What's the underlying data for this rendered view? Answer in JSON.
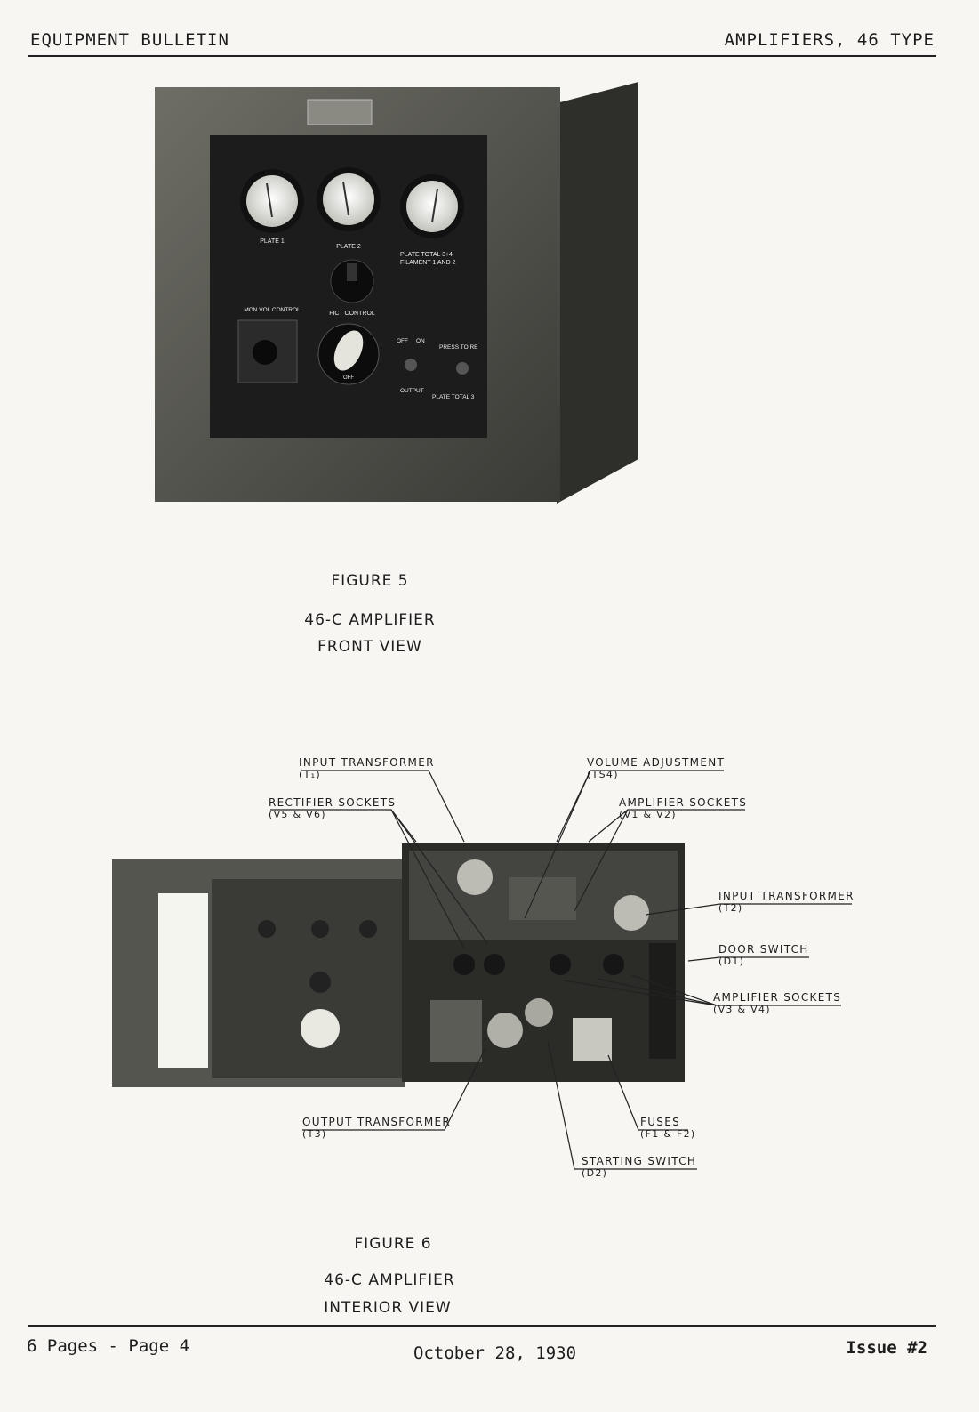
{
  "header": {
    "left": "EQUIPMENT BULLETIN",
    "right": "AMPLIFIERS, 46 TYPE"
  },
  "figure5": {
    "panel_labels": {
      "plate1": "PLATE 1",
      "plate2": "PLATE 2",
      "plate_total": "PLATE TOTAL 3+4",
      "filament": "FILAMENT 1 AND 2",
      "mon_vol": "MON VOL CONTROL",
      "fict": "FICT CONTROL",
      "off": "OFF",
      "on": "ON",
      "press": "PRESS TO RE",
      "knob_off": "OFF",
      "output": "OUTPUT",
      "plate_total_3": "PLATE TOTAL 3"
    },
    "caption": {
      "figure": "FIGURE 5",
      "model": "46-C AMPLIFIER",
      "view": "FRONT VIEW"
    }
  },
  "figure6": {
    "labels": {
      "input_t1": {
        "name": "INPUT TRANSFORMER",
        "code": "(T₁)"
      },
      "rectifier": {
        "name": "RECTIFIER SOCKETS",
        "code": "(V5 & V6)"
      },
      "volume": {
        "name": "VOLUME ADJUSTMENT",
        "code": "(TS4)"
      },
      "amp_v1v2": {
        "name": "AMPLIFIER SOCKETS",
        "code": "(V1 & V2)"
      },
      "input_t2": {
        "name": "INPUT TRANSFORMER",
        "code": "(T2)"
      },
      "door": {
        "name": "DOOR SWITCH",
        "code": "(D1)"
      },
      "amp_v3v4": {
        "name": "AMPLIFIER SOCKETS",
        "code": "(V3 & V4)"
      },
      "output_t3": {
        "name": "OUTPUT TRANSFORMER",
        "code": "(T3)"
      },
      "fuses": {
        "name": "FUSES",
        "code": "(F1 & F2)"
      },
      "starting": {
        "name": "STARTING SWITCH",
        "code": "(D2)"
      }
    },
    "caption": {
      "figure": "FIGURE 6",
      "model": "46-C AMPLIFIER",
      "view": "INTERIOR VIEW"
    }
  },
  "footer": {
    "left": "6 Pages - Page 4",
    "center": "October 28, 1930",
    "right": "Issue #2"
  }
}
